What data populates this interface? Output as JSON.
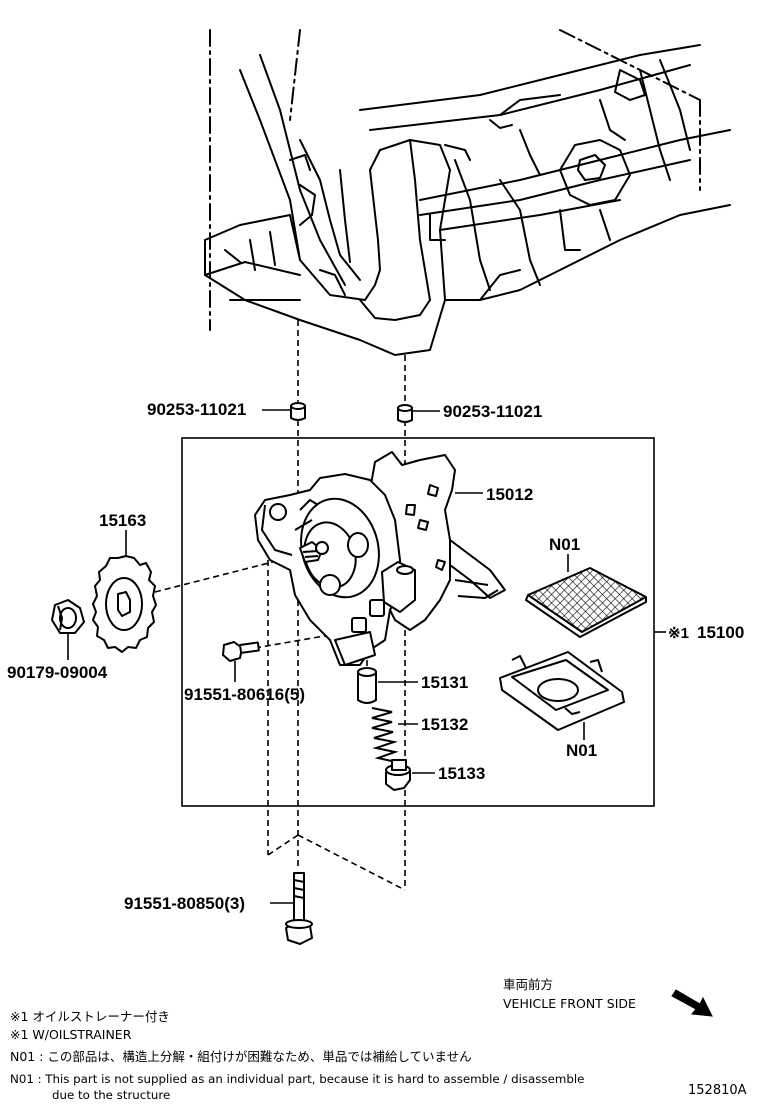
{
  "parts": {
    "collar_left": "90253-11021",
    "collar_right": "90253-11021",
    "gasket": "15012",
    "sprocket": "15163",
    "nut": "90179-09004",
    "bolt_small": "91551-80616(5)",
    "relief_valve": "15131",
    "spring": "15132",
    "plug": "15133",
    "bolt_long": "91551-80850(3)",
    "assembly": "15100",
    "strainer_top": "N01",
    "strainer_bottom": "N01"
  },
  "assembly_marker": "※1",
  "direction": {
    "jp": "車両前方",
    "en": "VEHICLE FRONT SIDE"
  },
  "notes": {
    "note1_jp": "※1 オイルストレーナー付き",
    "note1_en": "※1 W/OILSTRAINER",
    "n01_jp": "N01 : この部品は、構造上分解・組付けが困難なため、単品では補給していません",
    "n01_en_line1": "N01 : This part is not supplied as an individual part, because it is hard to assemble / disassemble",
    "n01_en_line2": "due to the structure"
  },
  "illustration_id": "152810A"
}
